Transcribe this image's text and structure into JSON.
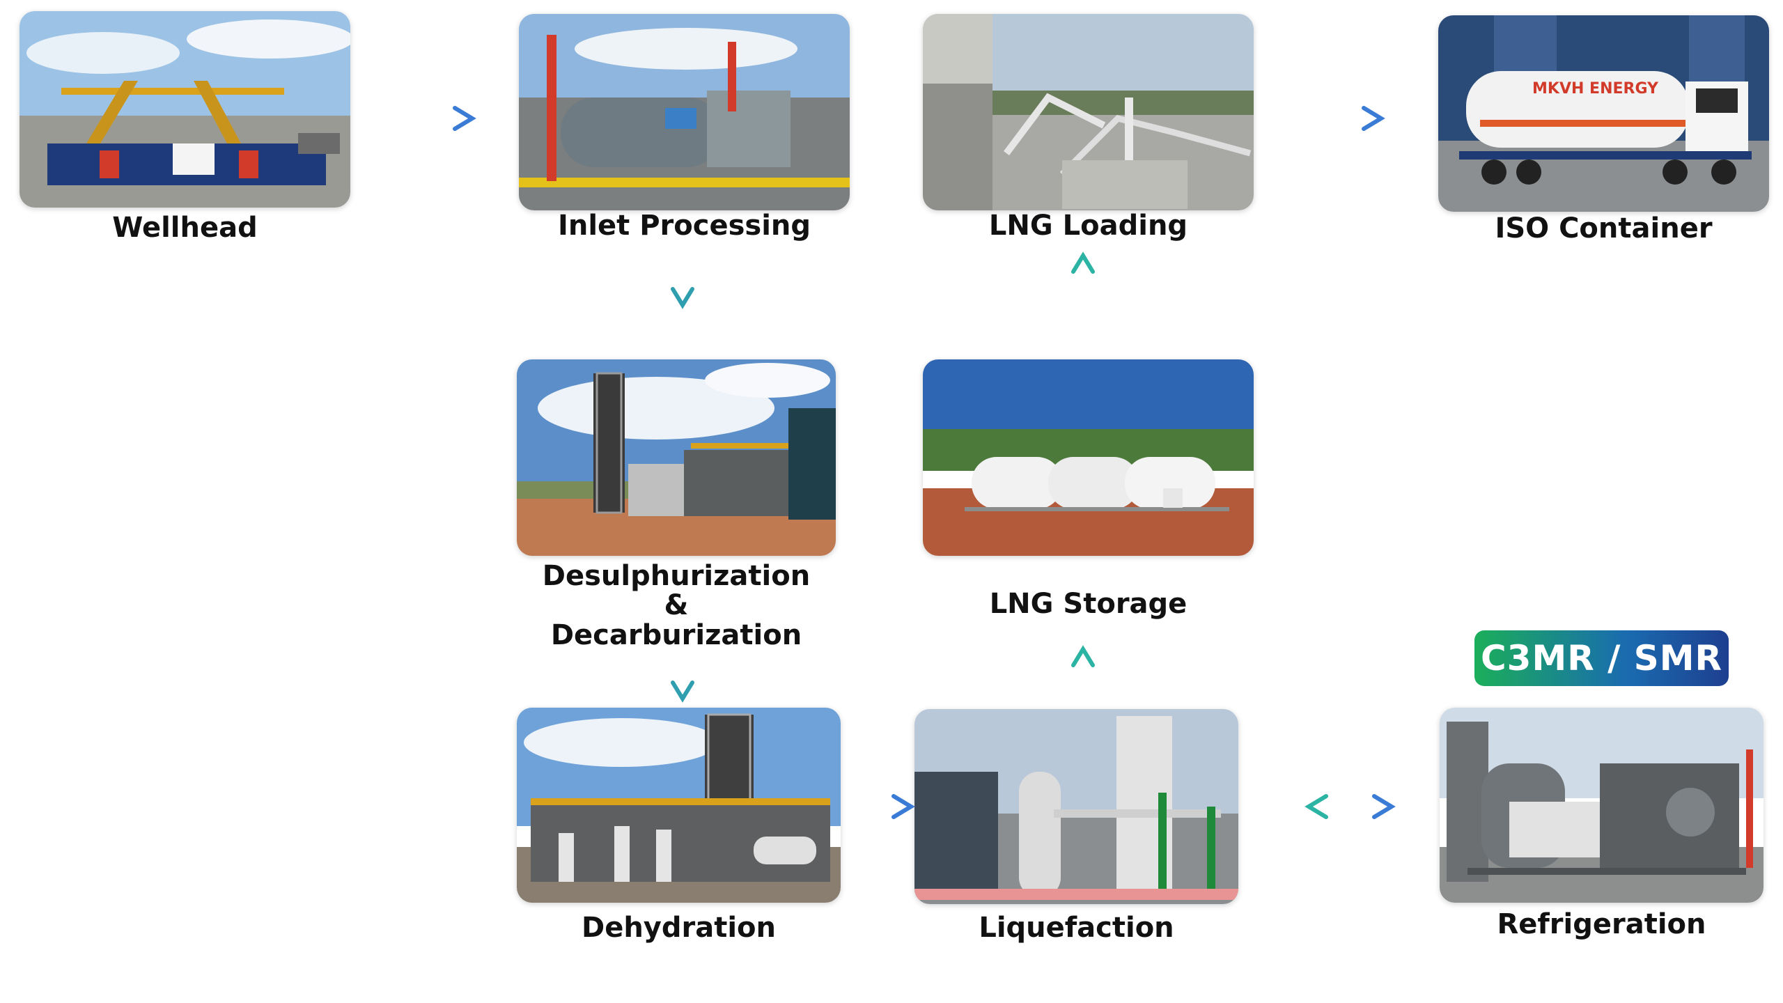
{
  "stages": {
    "wellhead": "Wellhead",
    "inlet_processing": "Inlet Processing",
    "lng_loading": "LNG Loading",
    "iso_container": "ISO Container",
    "desulph_line1": "Desulphurization",
    "desulph_line2": "&",
    "desulph_line3": "Decarburization",
    "lng_storage": "LNG Storage",
    "dehydration": "Dehydration",
    "liquefaction": "Liquefaction",
    "refrigeration": "Refrigeration"
  },
  "refrigeration_badge": "C3MR / SMR",
  "truck_branding": "MKVH ENERGY",
  "colors": {
    "arrow_start": "#2bb3a3",
    "arrow_end": "#3a7bd5",
    "badge_start": "#1bae5a",
    "badge_end": "#1e3f8f"
  }
}
